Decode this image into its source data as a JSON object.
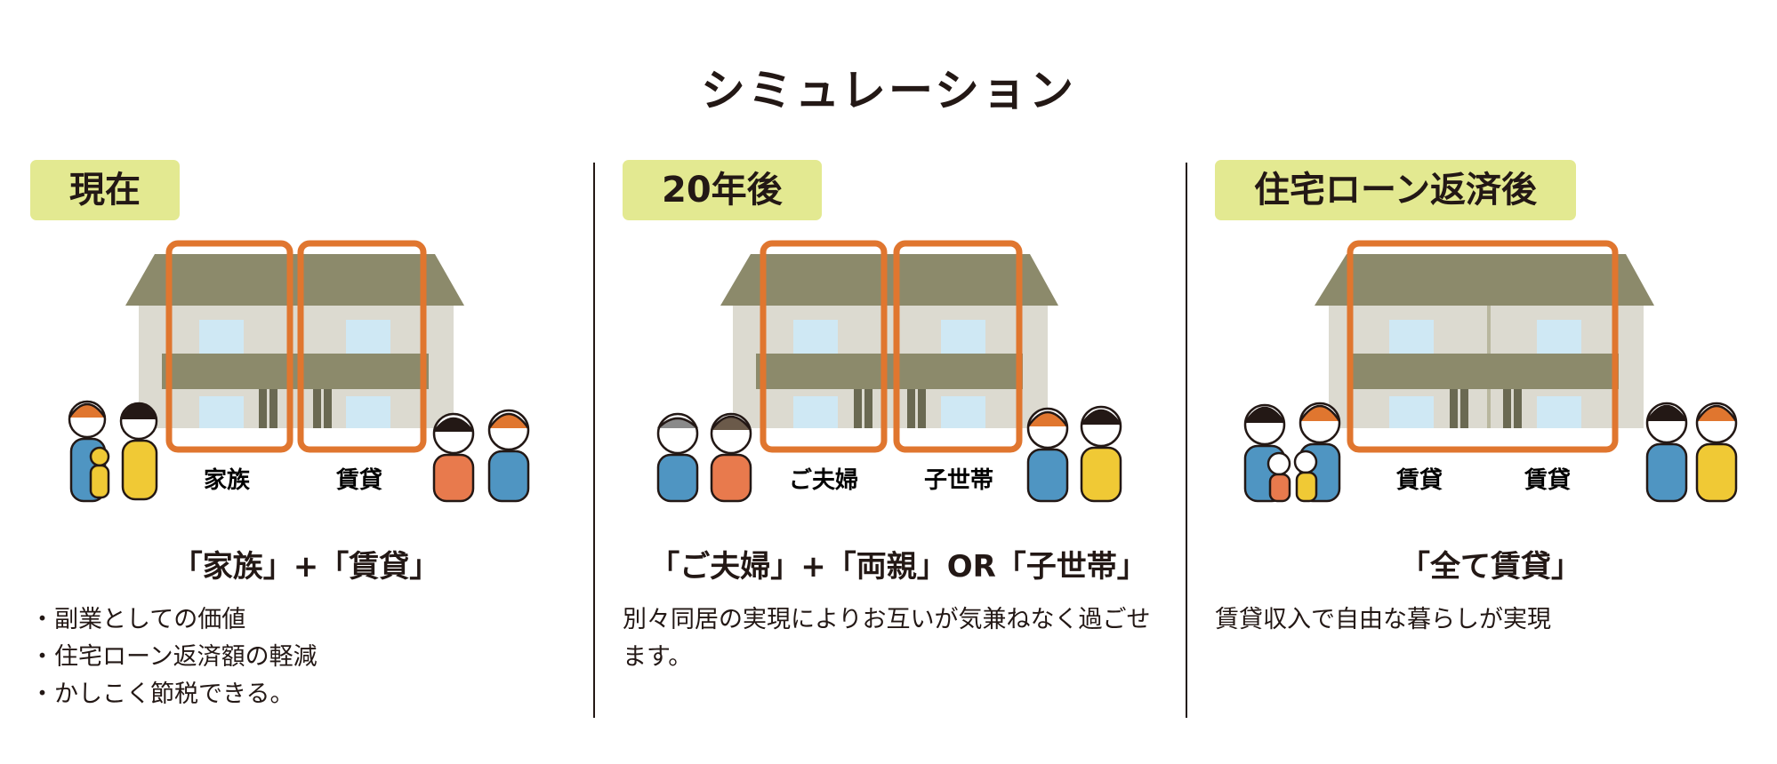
{
  "page_title": "シミュレーション",
  "columns": [
    {
      "badge": "現在",
      "unit_labels": [
        "家族",
        "賃貸"
      ],
      "summary": "「家族」+「賃貸」",
      "bullets": [
        "・副業としての価値",
        "・住宅ローン返済額の軽減",
        "・かしこく節税できる。"
      ]
    },
    {
      "badge": "20年後",
      "unit_labels": [
        "ご夫婦",
        "子世帯"
      ],
      "summary": "「ご夫婦」+「両親」OR「子世帯」",
      "text": "別々同居の実現によりお互いが気兼ねなく過ごせます。"
    },
    {
      "badge": "住宅ローン返済後",
      "unit_labels": [
        "賃貸",
        "賃貸"
      ],
      "summary": "「全て賃貸」",
      "text": "賃貸収入で自由な暮らしが実現"
    }
  ],
  "colors": {
    "badge_bg": "#e3e991",
    "roof": "#8c8a6b",
    "wall": "#dcdad0",
    "window": "#cfe8f4",
    "highlight_frame": "#e0762f",
    "text": "#231815"
  }
}
